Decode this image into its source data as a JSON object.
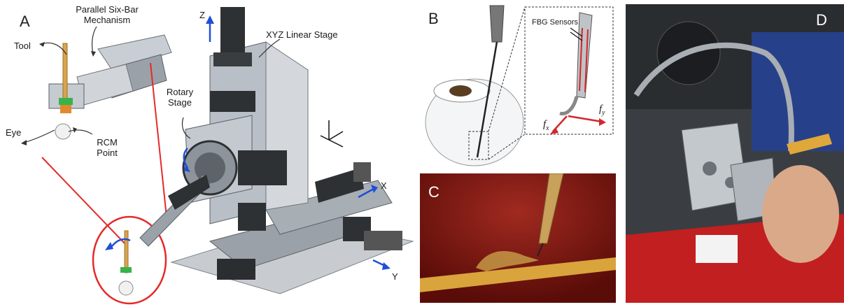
{
  "panels": {
    "a": {
      "letter": "A",
      "labels": {
        "mechanism": "Parallel Six-Bar\nMechanism",
        "tool": "Tool",
        "stage": "XYZ Linear Stage",
        "rotary": "Rotary\nStage",
        "eye": "Eye",
        "rcm": "RCM\nPoint",
        "axis_z": "Z",
        "axis_x": "X",
        "axis_y": "Y"
      }
    },
    "b": {
      "letter": "B",
      "labels": {
        "fbg": "FBG Sensors",
        "fx": "f",
        "fx_sub": "x",
        "fy": "f",
        "fy_sub": "y"
      }
    },
    "c": {
      "letter": "C"
    },
    "d": {
      "letter": "D"
    }
  },
  "colors": {
    "arrow_blue": "#1f4fd8",
    "highlight_red": "#e52a2a",
    "stage_gray": "#b9bfc6",
    "dark_metal": "#2e3133",
    "tool_gold": "#d9a44b",
    "c_background": "#8e1a14",
    "d_red": "#c21f20"
  }
}
